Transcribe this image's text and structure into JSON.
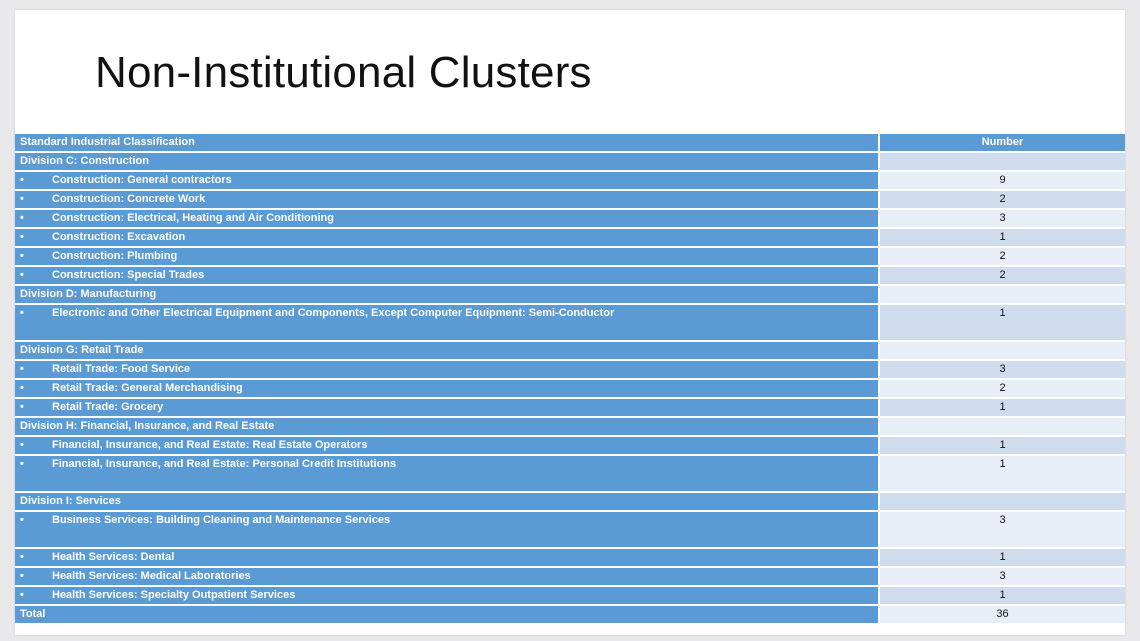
{
  "title": "Non-Institutional Clusters",
  "table": {
    "headers": [
      "Standard Industrial Classification",
      "Number"
    ],
    "bullet": "•",
    "rows": [
      {
        "type": "division",
        "label": "Division C: Construction",
        "value": ""
      },
      {
        "type": "item",
        "label": "Construction: General contractors",
        "value": "9"
      },
      {
        "type": "item",
        "label": "Construction: Concrete Work",
        "value": "2"
      },
      {
        "type": "item",
        "label": "Construction: Electrical, Heating and Air Conditioning",
        "value": "3"
      },
      {
        "type": "item",
        "label": "Construction: Excavation",
        "value": "1"
      },
      {
        "type": "item",
        "label": "Construction: Plumbing",
        "value": "2"
      },
      {
        "type": "item",
        "label": "Construction: Special Trades",
        "value": "2"
      },
      {
        "type": "division",
        "label": "Division D: Manufacturing",
        "value": ""
      },
      {
        "type": "item",
        "label": "Electronic and Other Electrical Equipment and Components, Except Computer Equipment: Semi-Conductor",
        "value": "1",
        "tall": true
      },
      {
        "type": "division",
        "label": "Division G: Retail Trade",
        "value": ""
      },
      {
        "type": "item",
        "label": "Retail Trade: Food Service",
        "value": "3"
      },
      {
        "type": "item",
        "label": "Retail Trade: General Merchandising",
        "value": "2"
      },
      {
        "type": "item",
        "label": "Retail Trade: Grocery",
        "value": "1"
      },
      {
        "type": "division",
        "label": "Division H: Financial, Insurance, and Real Estate",
        "value": ""
      },
      {
        "type": "item",
        "label": "Financial, Insurance, and Real Estate: Real Estate Operators",
        "value": "1"
      },
      {
        "type": "item",
        "label": "Financial, Insurance, and Real Estate: Personal Credit Institutions",
        "value": "1",
        "tall": true
      },
      {
        "type": "division",
        "label": "Division I: Services",
        "value": ""
      },
      {
        "type": "item",
        "label": "Business Services: Building Cleaning and Maintenance Services",
        "value": "3",
        "tall": true
      },
      {
        "type": "item",
        "label": "Health Services: Dental",
        "value": "1"
      },
      {
        "type": "item",
        "label": "Health Services: Medical Laboratories",
        "value": "3"
      },
      {
        "type": "item",
        "label": "Health Services: Specialty Outpatient Services",
        "value": "1"
      },
      {
        "type": "total",
        "label": "Total",
        "value": "36"
      }
    ]
  },
  "colors": {
    "header_blue": "#5b9bd5",
    "row_light": "#e8eef8",
    "row_mid": "#cfdcee"
  }
}
